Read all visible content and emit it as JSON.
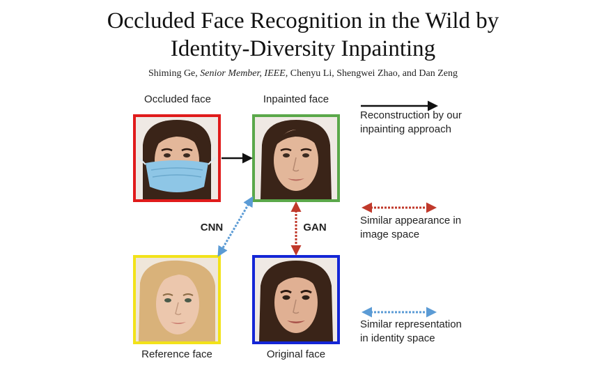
{
  "paper": {
    "title_line1": "Occluded Face Recognition in the Wild by",
    "title_line2": "Identity-Diversity Inpainting",
    "authors_pre": "Shiming Ge, ",
    "authors_role": "Senior Member, IEEE,",
    "authors_post": " Chenyu Li, Shengwei Zhao, and Dan Zeng"
  },
  "figure": {
    "occluded_label": "Occluded face",
    "inpainted_label": "Inpainted face",
    "reference_label": "Reference face",
    "original_label": "Original face",
    "cnn_label": "CNN",
    "gan_label": "GAN",
    "colors": {
      "occluded_border": "#e01b1b",
      "inpainted_border": "#5aa84a",
      "reference_border": "#f2e21a",
      "original_border": "#1426d6",
      "reconstruction_arrow": "#111111",
      "appearance_arrow": "#c0392b",
      "identity_arrow": "#5b9bd5",
      "mask": "#8ec6e6",
      "dark_hair": "#3a2418",
      "blonde_hair": "#d9b27a",
      "skin": "#e3b79a"
    },
    "legend": {
      "reconstruction_line1": "Reconstruction by our",
      "reconstruction_line2": "inpainting approach",
      "appearance_line1": "Similar appearance in",
      "appearance_line2": "image space",
      "identity_line1": "Similar representation",
      "identity_line2": "in identity space"
    }
  }
}
